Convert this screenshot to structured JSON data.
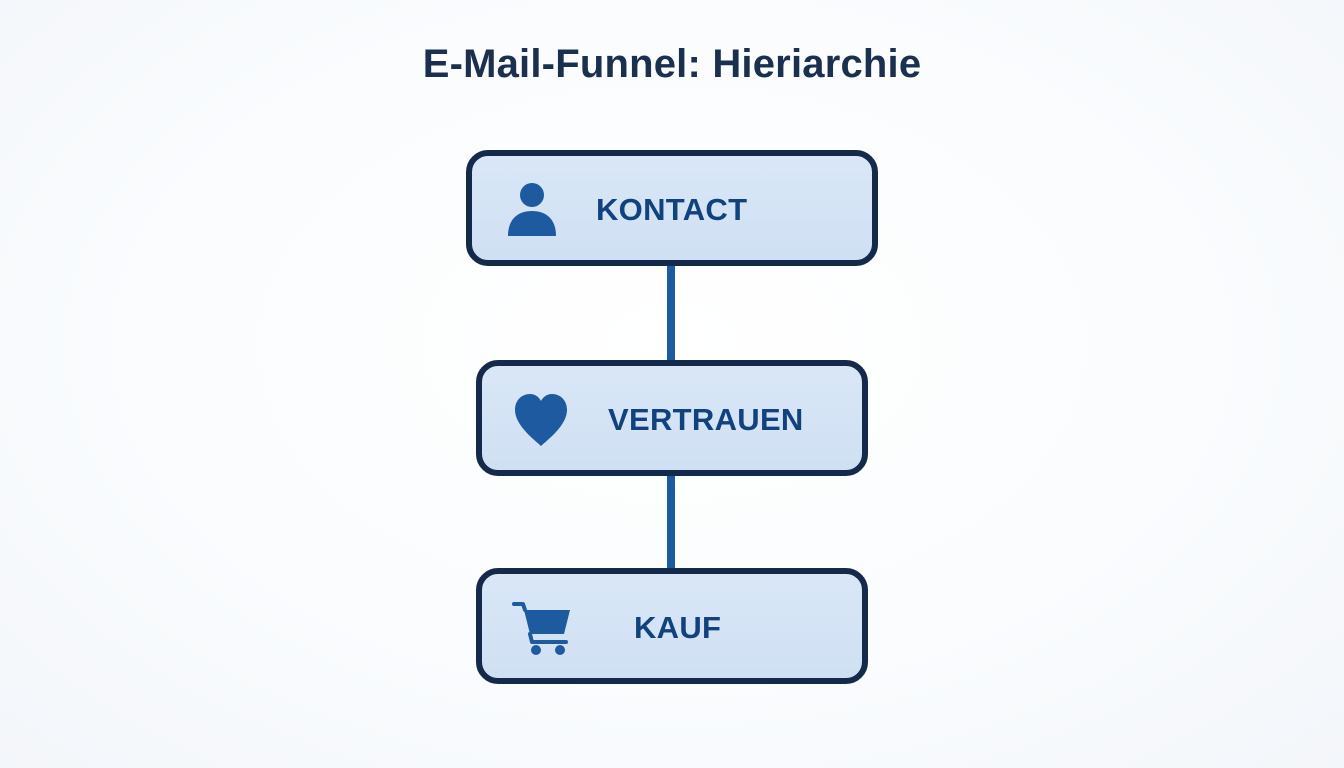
{
  "title": "E-Mail-Funnel: Hieriarchie",
  "colors": {
    "title": "#1b2f4f",
    "node_border": "#15294a",
    "node_fill": "#d4e4f5",
    "accent": "#1e5aa0",
    "label": "#12427e"
  },
  "nodes": [
    {
      "label": "KONTACT",
      "icon": "person-icon"
    },
    {
      "label": "VERTRAUEN",
      "icon": "heart-icon"
    },
    {
      "label": "KAUF",
      "icon": "shopping-cart-icon"
    }
  ]
}
